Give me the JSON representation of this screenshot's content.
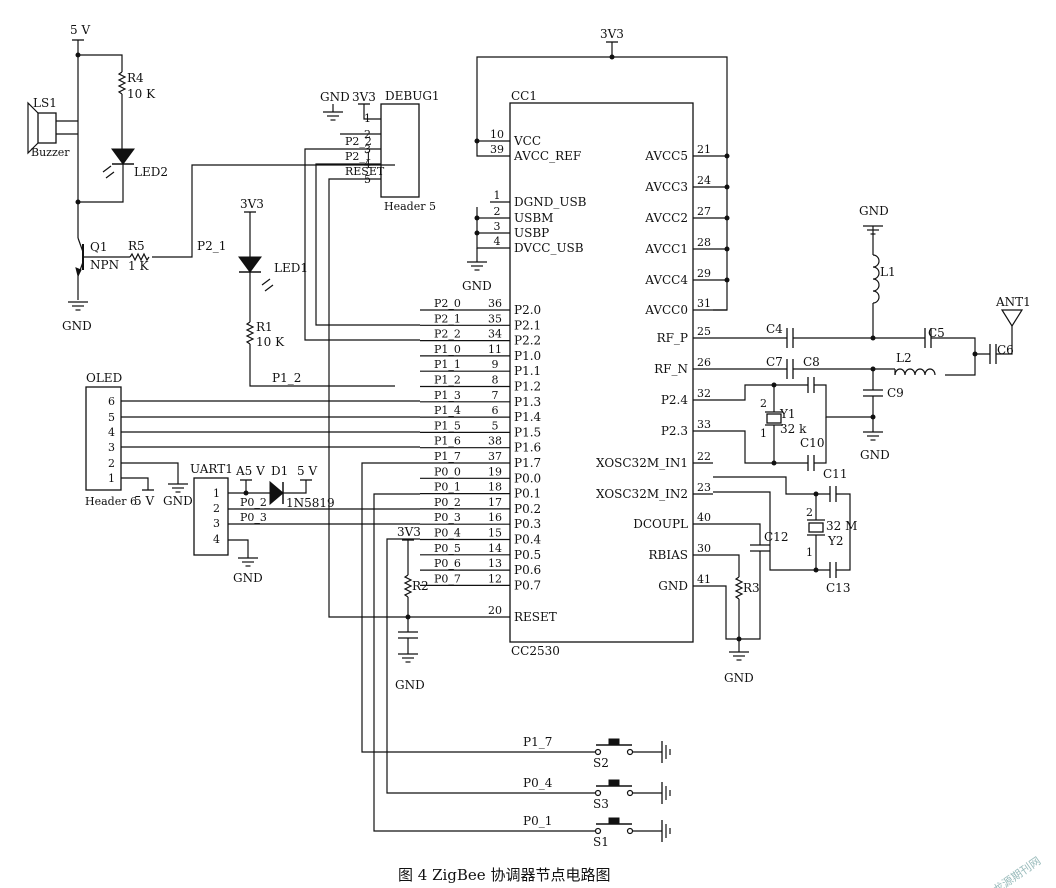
{
  "caption": "图 4   ZigBee 协调器节点电路图",
  "watermark": "龙源期刊网",
  "supply": {
    "v5_top": "5 V",
    "v3v3_top": "3V3",
    "v3v3_led": "3V3",
    "v3v3_debug": "3V3",
    "v3v3_r2": "3V3",
    "a5v": "A5 V",
    "d1_5v": "5 V",
    "oled_5v": "5 V"
  },
  "gnd": {
    "q1": "GND",
    "debug": "GND",
    "usb": "GND",
    "l1": "GND",
    "c9": "GND",
    "uart": "GND",
    "uart2": "GND",
    "r2": "GND",
    "r3": "GND"
  },
  "buzzer": {
    "ref": "LS1",
    "name": "Buzzer"
  },
  "r4": {
    "ref": "R4",
    "val": "10 K"
  },
  "led2": "LED2",
  "q1": {
    "ref": "Q1",
    "type": "NPN"
  },
  "r5": {
    "ref": "R5",
    "val": "1 K"
  },
  "p21_net": "P2_1",
  "led1": "LED1",
  "r1": {
    "ref": "R1",
    "val": "10 K"
  },
  "p12_net": "P1_2",
  "debug": {
    "ref": "DEBUG1",
    "name": "Header 5",
    "pins": [
      "1",
      "2",
      "3",
      "4",
      "5"
    ],
    "nets": [
      "P2_2",
      "P2_1",
      "RESET"
    ]
  },
  "cc": {
    "ref": "CC1",
    "name": "CC2530"
  },
  "cc_left_top": [
    {
      "num": "10",
      "name": "VCC"
    },
    {
      "num": "39",
      "name": "AVCC_REF"
    },
    {
      "num": "1",
      "name": "DGND_USB"
    },
    {
      "num": "2",
      "name": "USBM"
    },
    {
      "num": "3",
      "name": "USBP"
    },
    {
      "num": "4",
      "name": "DVCC_USB"
    }
  ],
  "cc_ports": [
    {
      "net": "P2_0",
      "num": "36",
      "name": "P2.0"
    },
    {
      "net": "P2_1",
      "num": "35",
      "name": "P2.1"
    },
    {
      "net": "P2_2",
      "num": "34",
      "name": "P2.2"
    },
    {
      "net": "P1_0",
      "num": "11",
      "name": "P1.0"
    },
    {
      "net": "P1_1",
      "num": "9",
      "name": "P1.1"
    },
    {
      "net": "P1_2",
      "num": "8",
      "name": "P1.2"
    },
    {
      "net": "P1_3",
      "num": "7",
      "name": "P1.3"
    },
    {
      "net": "P1_4",
      "num": "6",
      "name": "P1.4"
    },
    {
      "net": "P1_5",
      "num": "5",
      "name": "P1.5"
    },
    {
      "net": "P1_6",
      "num": "38",
      "name": "P1.6"
    },
    {
      "net": "P1_7",
      "num": "37",
      "name": "P1.7"
    },
    {
      "net": "P0_0",
      "num": "19",
      "name": "P0.0"
    },
    {
      "net": "P0_1",
      "num": "18",
      "name": "P0.1"
    },
    {
      "net": "P0_2",
      "num": "17",
      "name": "P0.2"
    },
    {
      "net": "P0_3",
      "num": "16",
      "name": "P0.3"
    },
    {
      "net": "P0_4",
      "num": "15",
      "name": "P0.4"
    },
    {
      "net": "P0_5",
      "num": "14",
      "name": "P0.5"
    },
    {
      "net": "P0_6",
      "num": "13",
      "name": "P0.6"
    },
    {
      "net": "P0_7",
      "num": "12",
      "name": "P0.7"
    },
    {
      "net": "",
      "num": "20",
      "name": "RESET"
    }
  ],
  "cc_right": [
    {
      "num": "21",
      "name": "AVCC5"
    },
    {
      "num": "24",
      "name": "AVCC3"
    },
    {
      "num": "27",
      "name": "AVCC2"
    },
    {
      "num": "28",
      "name": "AVCC1"
    },
    {
      "num": "29",
      "name": "AVCC4"
    },
    {
      "num": "31",
      "name": "AVCC0"
    },
    {
      "num": "25",
      "name": "RF_P"
    },
    {
      "num": "26",
      "name": "RF_N"
    },
    {
      "num": "32",
      "name": "P2.4"
    },
    {
      "num": "33",
      "name": "P2.3"
    },
    {
      "num": "22",
      "name": "XOSC32M_IN1"
    },
    {
      "num": "23",
      "name": "XOSC32M_IN2"
    },
    {
      "num": "40",
      "name": "DCOUPL"
    },
    {
      "num": "30",
      "name": "RBIAS"
    },
    {
      "num": "41",
      "name": "GND"
    }
  ],
  "rf": {
    "l1": "L1",
    "l2": "L2",
    "c4": "C4",
    "c5": "C5",
    "c6": "C6",
    "c7": "C7",
    "c8": "C8",
    "c9": "C9",
    "ant": "ANT1"
  },
  "xtal": {
    "y1": "Y1",
    "y1_val": "32 k",
    "c10": "C10",
    "y2": "Y2",
    "y2_val": "32 M",
    "c11": "C11",
    "c13": "C13",
    "c12": "C12",
    "r3": "R3",
    "pin1": "1",
    "pin2": "2"
  },
  "oled": {
    "ref": "OLED",
    "name": "Header 6",
    "pins": [
      "6",
      "5",
      "4",
      "3",
      "2",
      "1"
    ]
  },
  "uart": {
    "ref": "UART1",
    "pins": [
      "1",
      "2",
      "3",
      "4"
    ],
    "n2": "P0_2",
    "n3": "P0_3"
  },
  "d1": {
    "ref": "D1",
    "name": "1N5819"
  },
  "r2": "R2",
  "switches": [
    {
      "net": "P1_7",
      "ref": "S2"
    },
    {
      "net": "P0_4",
      "ref": "S3"
    },
    {
      "net": "P0_1",
      "ref": "S1"
    }
  ]
}
